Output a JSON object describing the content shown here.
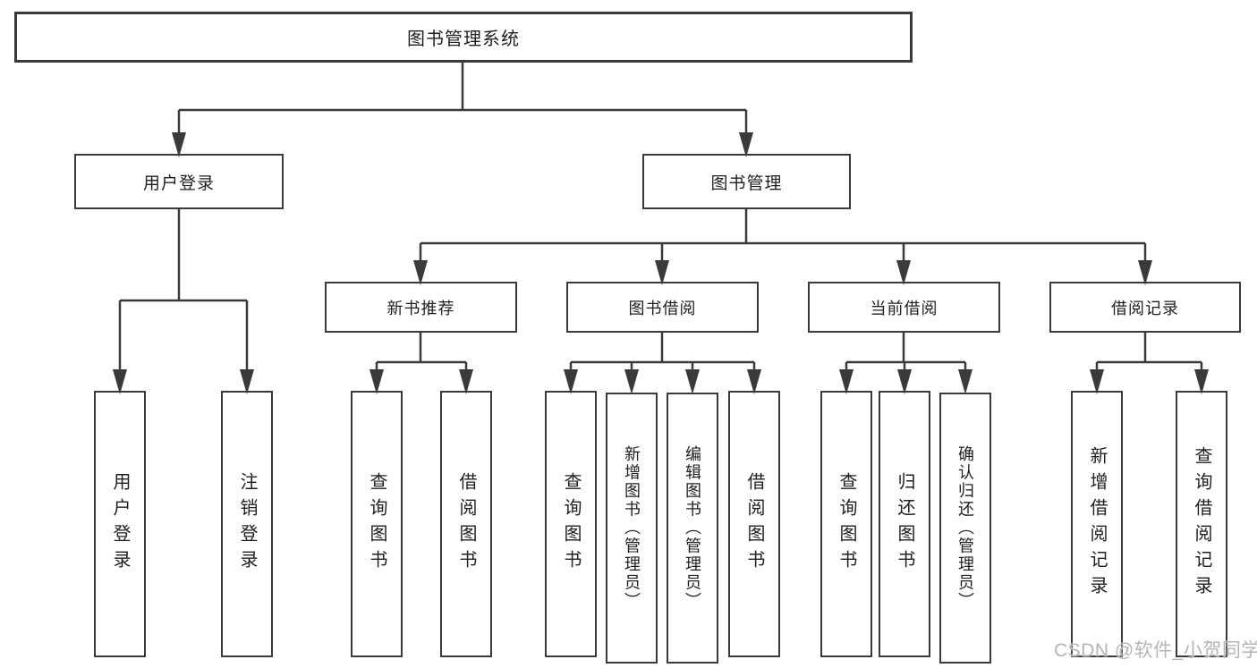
{
  "colors": {
    "line": "#3a3a3a",
    "text": "#1f1f1f",
    "watermark": "#b5b5b5"
  },
  "nodes": {
    "root": "图书管理系统",
    "user_login": "用户登录",
    "book_mgmt": "图书管理",
    "new_books": "新书推荐",
    "book_borrow": "图书借阅",
    "current_borrow": "当前借阅",
    "borrow_records": "借阅记录",
    "leaves": {
      "ul_login": "用户登录",
      "ul_logout": "注销登录",
      "nb_query": "查询图书",
      "nb_borrow": "借阅图书",
      "bb_query": "查询图书",
      "bb_add": "新增图书（管理员）",
      "bb_edit": "编辑图书（管理员）",
      "bb_borrow": "借阅图书",
      "cb_query": "查询图书",
      "cb_return": "归还图书",
      "cb_confirm": "确认归还（管理员）",
      "br_add": "新增借阅记录",
      "br_query": "查询借阅记录"
    }
  },
  "watermark": "CSDN @软件_小贺同学"
}
